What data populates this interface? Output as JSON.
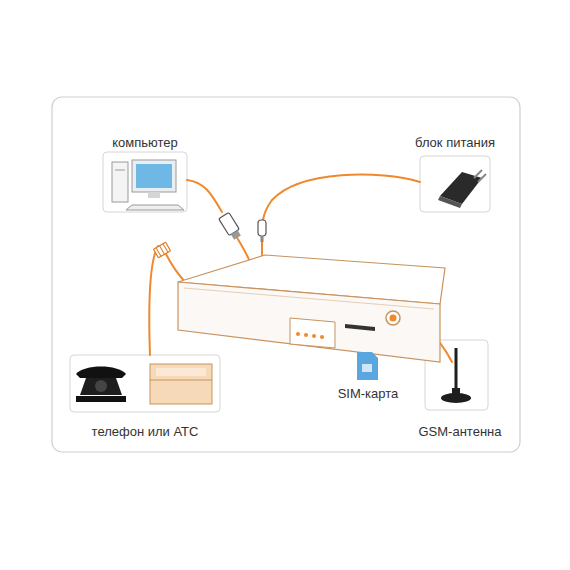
{
  "diagram": {
    "nodes": [
      {
        "text": [
          "компьютер"
        ]
      },
      {
        "text": [
          "блок питания"
        ]
      },
      {
        "text": [
          "SIM-карта"
        ]
      },
      {
        "text": [
          "телефон или АТС"
        ]
      },
      {
        "text": [
          "GSM-антенна"
        ]
      }
    ]
  }
}
